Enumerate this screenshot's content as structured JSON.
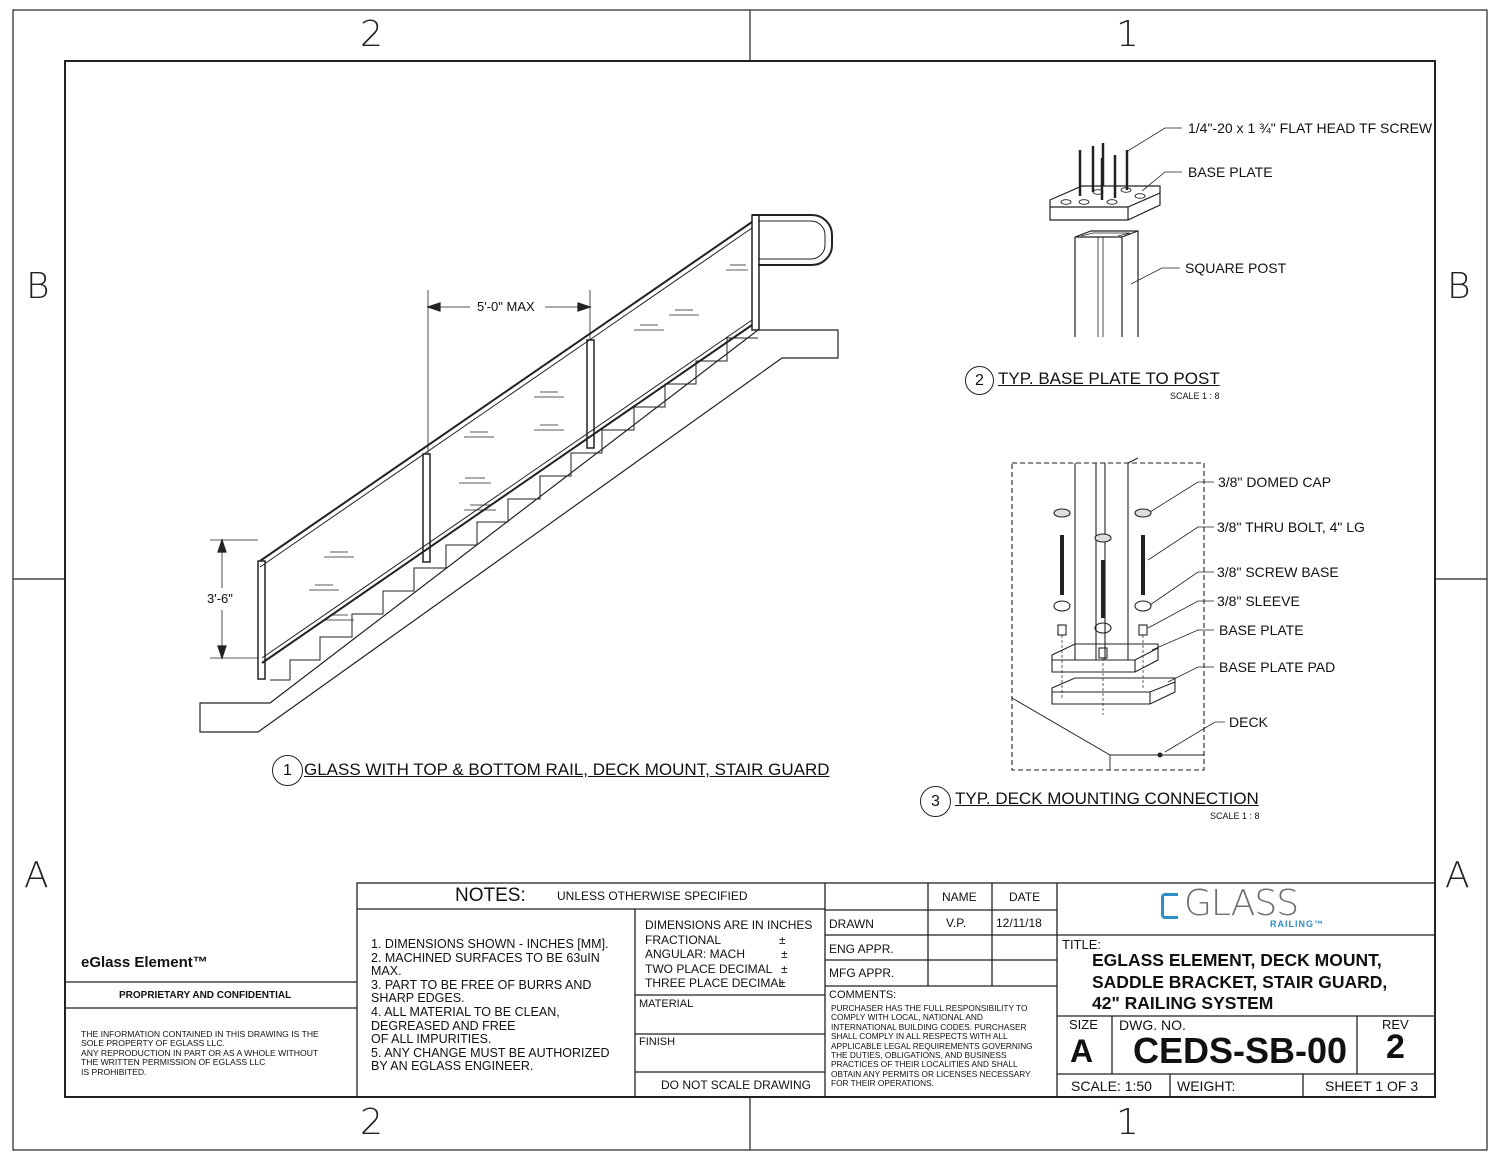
{
  "zones": {
    "top_left": "2",
    "top_right": "1",
    "bottom_left": "2",
    "bottom_right": "1",
    "left_upper": "B",
    "left_lower": "A",
    "right_upper": "B",
    "right_lower": "A"
  },
  "view1": {
    "number": "1",
    "title": "GLASS WITH TOP & BOTTOM RAIL, DECK MOUNT, STAIR GUARD",
    "dim_spacing": "5'-0\" MAX",
    "dim_height": "3'-6\""
  },
  "view2": {
    "number": "2",
    "title": "TYP. BASE PLATE TO POST",
    "scale": "SCALE 1 : 8",
    "callouts": [
      "1/4\"-20  x 1 ¾\" FLAT HEAD TF SCREW",
      "BASE PLATE",
      "SQUARE POST"
    ]
  },
  "view3": {
    "number": "3",
    "title": "TYP. DECK MOUNTING CONNECTION",
    "scale": "SCALE 1 : 8",
    "callouts": [
      "3/8\" DOMED CAP",
      "3/8\" THRU BOLT, 4\" LG",
      "3/8\" SCREW BASE",
      "3/8\" SLEEVE",
      "BASE PLATE",
      "BASE PLATE PAD",
      "DECK"
    ]
  },
  "company_block": {
    "product": "eGlass Element™",
    "proprietary": "PROPRIETARY AND CONFIDENTIAL",
    "legal": "THE INFORMATION CONTAINED IN THIS DRAWING IS THE\nSOLE PROPERTY OF EGLASS LLC.\nANY REPRODUCTION IN PART OR AS A WHOLE WITHOUT\nTHE WRITTEN PERMISSION OF EGLASS LLC\nIS PROHIBITED."
  },
  "notes": {
    "header": "NOTES:",
    "subheader": "UNLESS OTHERWISE SPECIFIED",
    "body": "1. DIMENSIONS SHOWN - INCHES [MM].\n2. MACHINED SURFACES TO BE 63uIN\nMAX.\n3. PART TO BE FREE OF BURRS AND\nSHARP EDGES.\n4. ALL MATERIAL TO BE CLEAN,\nDEGREASED AND FREE\nOF ALL IMPURITIES.\n5. ANY CHANGE MUST BE AUTHORIZED\nBY AN EGLASS ENGINEER."
  },
  "tolerances": {
    "dimensions": "DIMENSIONS ARE IN INCHES",
    "rows": [
      "FRACTIONAL",
      "ANGULAR: MACH",
      "TWO PLACE DECIMAL",
      "THREE PLACE DECIMAL"
    ],
    "pm": "±",
    "material": "MATERIAL",
    "finish": "FINISH",
    "no_scale": "DO NOT SCALE DRAWING"
  },
  "approvals": {
    "name_header": "NAME",
    "date_header": "DATE",
    "rows": [
      {
        "label": "DRAWN",
        "name": "V.P.",
        "date": "12/11/18"
      },
      {
        "label": "ENG APPR.",
        "name": "",
        "date": ""
      },
      {
        "label": "MFG APPR.",
        "name": "",
        "date": ""
      }
    ],
    "comments_label": "COMMENTS:",
    "comments": "PURCHASER HAS THE FULL RESPONSIBILITY TO\nCOMPLY WITH LOCAL, NATIONAL AND\nINTERNATIONAL BUILDING CODES. PURCHASER\nSHALL COMPLY IN ALL RESPECTS WITH ALL\nAPPLICABLE LEGAL REQUIREMENTS GOVERNING\nTHE DUTIES, OBLIGATIONS, AND BUSINESS\nPRACTICES OF THEIR LOCALITIES AND SHALL\nOBTAIN ANY PERMITS OR LICENSES NECESSARY\nFOR THEIR OPERATIONS."
  },
  "title_block": {
    "logo_main": "GLASS",
    "logo_sub": "RAILING™",
    "logo_color": "#2a8fc7",
    "logo_gray": "#6d6e71",
    "title_label": "TITLE:",
    "title": "EGLASS ELEMENT, DECK MOUNT,\nSADDLE BRACKET, STAIR GUARD,\n42\" RAILING SYSTEM",
    "size_label": "SIZE",
    "size": "A",
    "dwg_label": "DWG.  NO.",
    "dwg": "CEDS-SB-00",
    "rev_label": "REV",
    "rev": "2",
    "scale": "SCALE: 1:50",
    "weight": "WEIGHT:",
    "sheet": "SHEET 1 OF 3"
  }
}
